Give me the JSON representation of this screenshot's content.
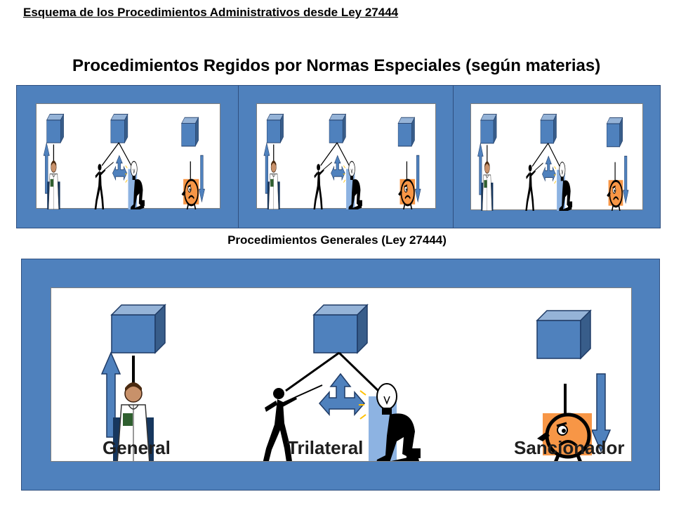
{
  "header": {
    "title": "Esquema de los Procedimientos Administrativos desde Ley 27444"
  },
  "special": {
    "title": "Procedimientos Regidos por Normas Especiales (según materias)"
  },
  "general": {
    "title": "Procedimientos Generales (Ley 27444)",
    "labels": {
      "general": "General",
      "trilateral": "Trilateral",
      "sancionador": "Sancionador"
    }
  },
  "colors": {
    "panel": "#4f81bd",
    "box_front": "#4f81bd",
    "box_side": "#385d8a",
    "arrow": "#4f81bd",
    "face": "#f79646"
  },
  "icons": [
    "box-icon",
    "arrow-up-icon",
    "arrow-down-icon",
    "double-arrow-icon",
    "doctor-icon",
    "fencer-icon",
    "lightbulb-man-icon",
    "worried-face-icon"
  ]
}
